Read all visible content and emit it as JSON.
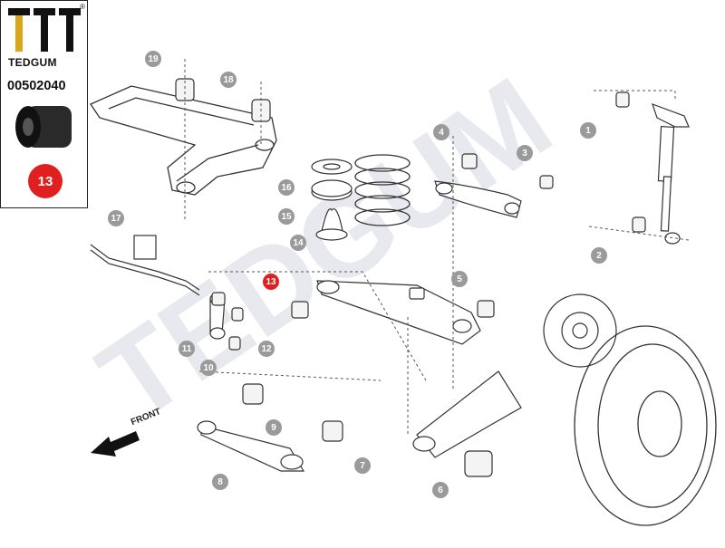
{
  "brand": {
    "name": "TEDGUM",
    "registered_mark": "®",
    "part_code": "00502040",
    "highlight_number": "13"
  },
  "watermark": "TEDGUM",
  "direction_label": "FRONT",
  "callouts": [
    {
      "number": "1"
    },
    {
      "number": "2"
    },
    {
      "number": "3"
    },
    {
      "number": "4"
    },
    {
      "number": "5"
    },
    {
      "number": "6"
    },
    {
      "number": "7"
    },
    {
      "number": "8"
    },
    {
      "number": "9"
    },
    {
      "number": "10"
    },
    {
      "number": "11"
    },
    {
      "number": "12"
    },
    {
      "number": "13",
      "active": true
    },
    {
      "number": "14"
    },
    {
      "number": "15"
    },
    {
      "number": "16"
    },
    {
      "number": "17"
    },
    {
      "number": "18"
    },
    {
      "number": "19"
    }
  ],
  "colors": {
    "highlight": "#e02020",
    "callout": "#9a9a9a",
    "line": "#333333",
    "watermark": "#e7e9ee",
    "bushing": "#f4f4f4"
  }
}
